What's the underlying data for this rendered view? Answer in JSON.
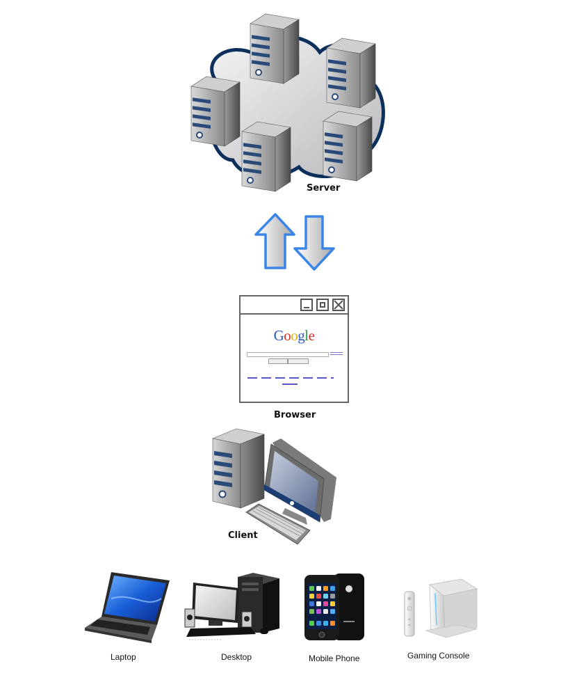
{
  "nodes": {
    "server": {
      "label": "Server"
    },
    "browser": {
      "label": "Browser",
      "logo_text": "Google"
    },
    "client": {
      "label": "Client"
    }
  },
  "devices": [
    {
      "label": "Laptop"
    },
    {
      "label": "Desktop"
    },
    {
      "label": "Mobile Phone"
    },
    {
      "label": "Gaming Console"
    }
  ],
  "colors": {
    "cloud_fill": "#d4d4d8",
    "cloud_stroke": "#0d2f5c",
    "server_body": "#6e6e6e",
    "server_stripe": "#2a4a7a",
    "arrow_stroke": "#3a86e8",
    "arrow_fill": "#c8c8c8"
  }
}
